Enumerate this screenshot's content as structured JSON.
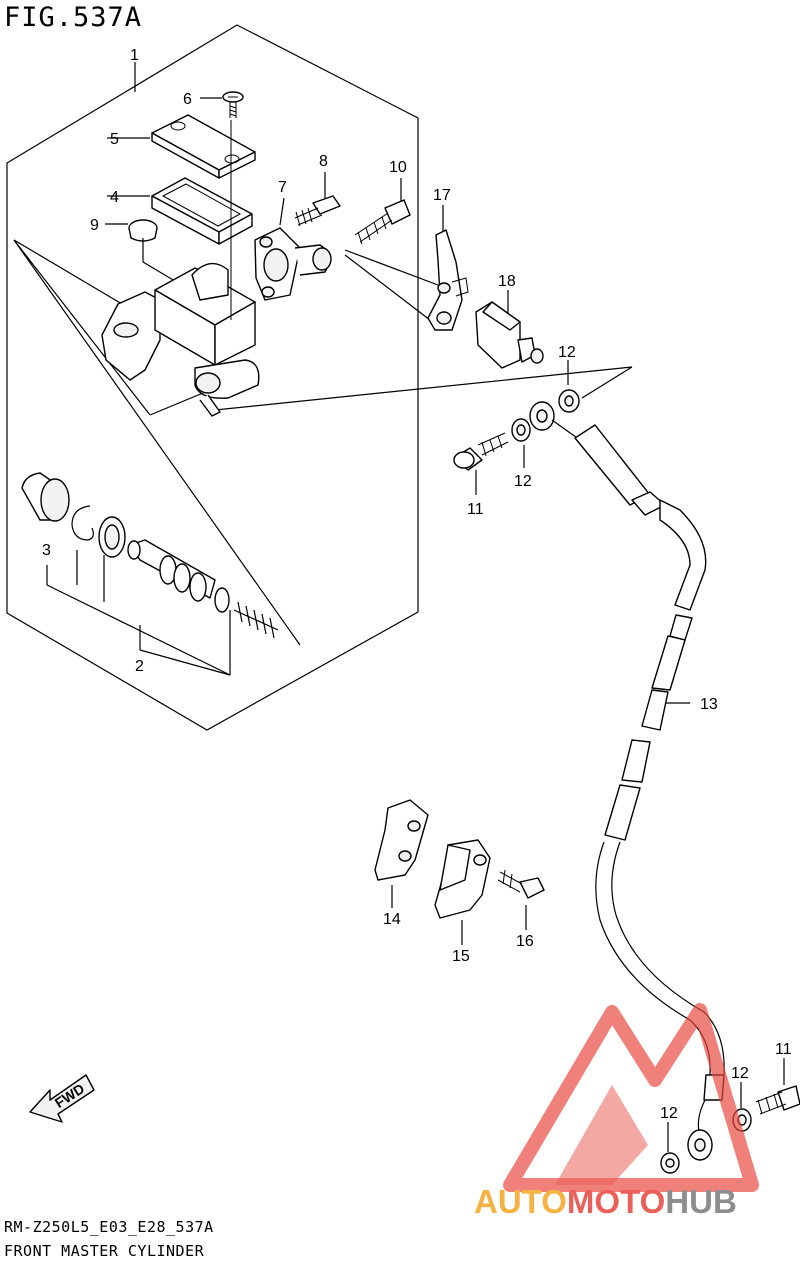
{
  "header": {
    "figure_id": "FIG.537A"
  },
  "footer": {
    "model_code": "RM-Z250L5_E03_E28_537A",
    "section_name": "FRONT MASTER CYLINDER"
  },
  "callouts": {
    "c1": "1",
    "c2": "2",
    "c3": "3",
    "c4": "4",
    "c5": "5",
    "c6": "6",
    "c7": "7",
    "c8": "8",
    "c9": "9",
    "c10": "10",
    "c11a": "11",
    "c11b": "11",
    "c12a": "12",
    "c12b": "12",
    "c12c": "12",
    "c12d": "12",
    "c13": "13",
    "c14": "14",
    "c15": "15",
    "c16": "16",
    "c17": "17",
    "c18": "18"
  },
  "direction_arrow": {
    "label": "FWD"
  },
  "watermark": {
    "part_a": "AUTO",
    "part_b": "MOTO",
    "part_c": "HUB",
    "colors": {
      "red": "#e8453c",
      "orange": "#f5a623",
      "gray": "#7a7a7a"
    }
  }
}
